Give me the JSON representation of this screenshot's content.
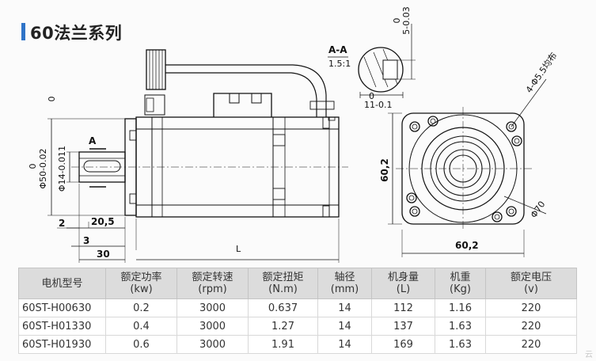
{
  "page": {
    "title": "60法兰系列"
  },
  "drawing": {
    "side_view": {
      "dim_shaft_dia": "Φ14-0.011",
      "dim_shaft_dia_top": "0",
      "dim_flange_dia": "Φ50-0.02",
      "dim_flange_dia_top": "0",
      "label_a": "A",
      "dim_20_5": "20,5",
      "dim_2": "2",
      "dim_3": "3",
      "dim_30": "30",
      "dim_l": "L"
    },
    "section_view": {
      "label": "A-A",
      "scale": "1.5:1",
      "dim_key_depth": "5-0.03",
      "dim_key_depth_top": "0",
      "dim_key_width": "11-0.1",
      "dim_key_width_top": "0"
    },
    "front_view": {
      "dim_holes": "4-Φ5.5均布",
      "dim_height": "60,2",
      "dim_width": "60,2",
      "dim_circle": "Φ70"
    }
  },
  "table": {
    "headers": [
      [
        "电机型号"
      ],
      [
        "额定功率",
        "(kw)"
      ],
      [
        "额定转速",
        "(rpm)"
      ],
      [
        "额定扭矩",
        "(N.m)"
      ],
      [
        "轴径",
        "(mm)"
      ],
      [
        "机身量",
        "(L)"
      ],
      [
        "机重",
        "(Kg)"
      ],
      [
        "额定电压",
        "(v)"
      ]
    ],
    "rows": [
      [
        "60ST-H00630",
        "0.2",
        "3000",
        "0.637",
        "14",
        "112",
        "1.16",
        "220"
      ],
      [
        "60ST-H01330",
        "0.4",
        "3000",
        "1.27",
        "14",
        "137",
        "1.63",
        "220"
      ],
      [
        "60ST-H01930",
        "0.6",
        "3000",
        "1.91",
        "14",
        "169",
        "1.63",
        "220"
      ]
    ]
  },
  "watermark": "云"
}
